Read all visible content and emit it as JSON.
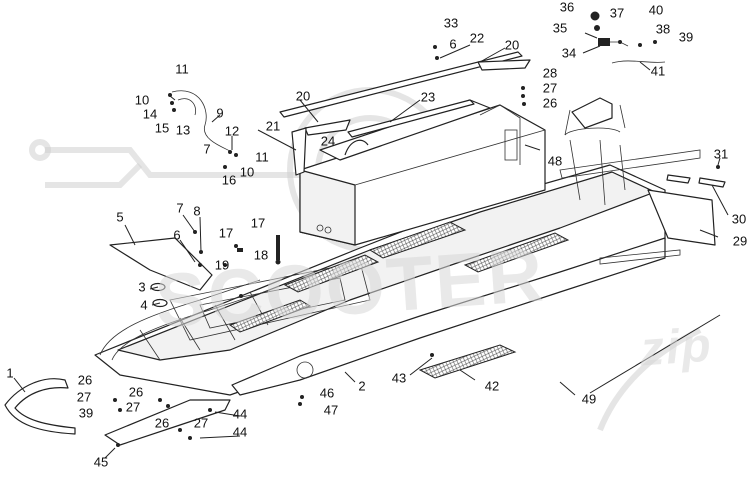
{
  "watermark": {
    "brand_text": "SCOOTER",
    "brand_sub": "zip"
  },
  "callouts": [
    {
      "id": "c1",
      "label": "1"
    },
    {
      "id": "c2",
      "label": "2"
    },
    {
      "id": "c3",
      "label": "3"
    },
    {
      "id": "c4",
      "label": "4"
    },
    {
      "id": "c5",
      "label": "5"
    },
    {
      "id": "c6a",
      "label": "6"
    },
    {
      "id": "c6b",
      "label": "6"
    },
    {
      "id": "c7a",
      "label": "7"
    },
    {
      "id": "c7b",
      "label": "7"
    },
    {
      "id": "c8",
      "label": "8"
    },
    {
      "id": "c9",
      "label": "9"
    },
    {
      "id": "c10a",
      "label": "10"
    },
    {
      "id": "c10b",
      "label": "10"
    },
    {
      "id": "c11a",
      "label": "11"
    },
    {
      "id": "c11b",
      "label": "11"
    },
    {
      "id": "c12",
      "label": "12"
    },
    {
      "id": "c13",
      "label": "13"
    },
    {
      "id": "c14",
      "label": "14"
    },
    {
      "id": "c15",
      "label": "15"
    },
    {
      "id": "c16",
      "label": "16"
    },
    {
      "id": "c17a",
      "label": "17"
    },
    {
      "id": "c17b",
      "label": "17"
    },
    {
      "id": "c18",
      "label": "18"
    },
    {
      "id": "c19",
      "label": "19"
    },
    {
      "id": "c20a",
      "label": "20"
    },
    {
      "id": "c20b",
      "label": "20"
    },
    {
      "id": "c21",
      "label": "21"
    },
    {
      "id": "c22",
      "label": "22"
    },
    {
      "id": "c23",
      "label": "23"
    },
    {
      "id": "c24",
      "label": "24"
    },
    {
      "id": "c26a",
      "label": "26"
    },
    {
      "id": "c26b",
      "label": "26"
    },
    {
      "id": "c26c",
      "label": "26"
    },
    {
      "id": "c26d",
      "label": "26"
    },
    {
      "id": "c27a",
      "label": "27"
    },
    {
      "id": "c27b",
      "label": "27"
    },
    {
      "id": "c27c",
      "label": "27"
    },
    {
      "id": "c27d",
      "label": "27"
    },
    {
      "id": "c28",
      "label": "28"
    },
    {
      "id": "c29",
      "label": "29"
    },
    {
      "id": "c30",
      "label": "30"
    },
    {
      "id": "c31",
      "label": "31"
    },
    {
      "id": "c33",
      "label": "33"
    },
    {
      "id": "c34",
      "label": "34"
    },
    {
      "id": "c35",
      "label": "35"
    },
    {
      "id": "c36",
      "label": "36"
    },
    {
      "id": "c37",
      "label": "37"
    },
    {
      "id": "c38",
      "label": "38"
    },
    {
      "id": "c39a",
      "label": "39"
    },
    {
      "id": "c39b",
      "label": "39"
    },
    {
      "id": "c40",
      "label": "40"
    },
    {
      "id": "c41",
      "label": "41"
    },
    {
      "id": "c42",
      "label": "42"
    },
    {
      "id": "c43",
      "label": "43"
    },
    {
      "id": "c44a",
      "label": "44"
    },
    {
      "id": "c44b",
      "label": "44"
    },
    {
      "id": "c45",
      "label": "45"
    },
    {
      "id": "c46",
      "label": "46"
    },
    {
      "id": "c47",
      "label": "47"
    },
    {
      "id": "c48",
      "label": "48"
    },
    {
      "id": "c49",
      "label": "49"
    }
  ]
}
